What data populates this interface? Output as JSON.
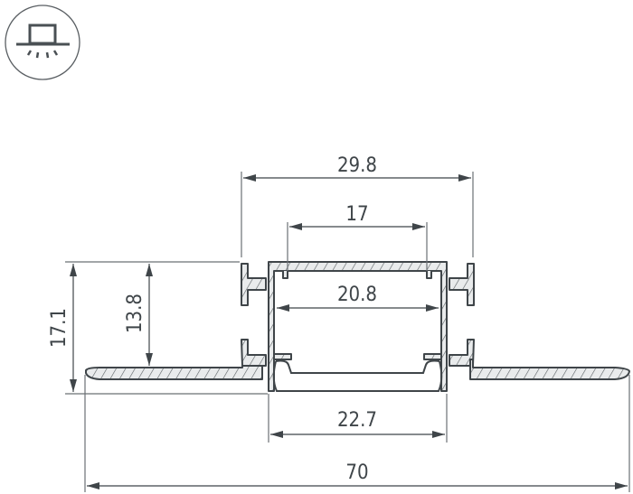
{
  "icon": {
    "name": "recessed-ceiling-light-icon"
  },
  "colors": {
    "line": "#3f4549",
    "dim": "#6b7075",
    "fill": "#e9ebec"
  },
  "dimensions": {
    "outer_width_top": "29.8",
    "slot_width": "17",
    "inner_width": "20.8",
    "diffuser_width": "22.7",
    "total_width": "70",
    "total_height": "17.1",
    "inner_height": "13.8"
  }
}
